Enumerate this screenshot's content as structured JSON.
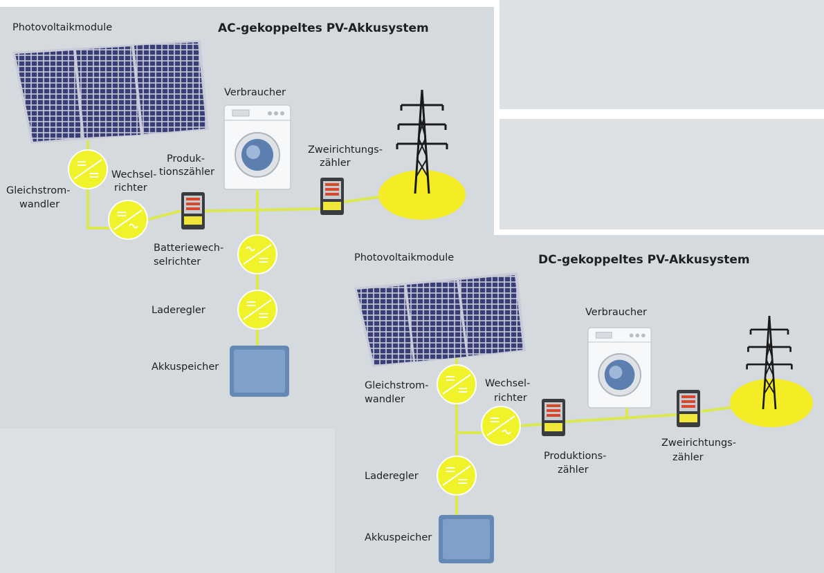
{
  "colors": {
    "panel_background": "#d5dade",
    "page_background": "#ffffff",
    "line": "#dbe84e",
    "converter_fill": "#f0f22a",
    "grid_zone_fill": "#f4ec25",
    "solar_cell": "#3a3e77",
    "meter_display": "#d9472a"
  },
  "ac_system": {
    "title": "AC-gekoppeltes PV-Akkusystem",
    "pv_modules": "Photovoltaikmodule",
    "consumer": "Verbraucher",
    "bidirectional_meter": [
      "Zweirichtungs-",
      "zähler"
    ],
    "production_meter": [
      "Produk-",
      "tionszähler"
    ],
    "inverter": [
      "Wechsel-",
      "richter"
    ],
    "dc_converter": [
      "Gleichstrom-",
      "wandler"
    ],
    "battery_inverter": [
      "Batteriewech-",
      "selrichter"
    ],
    "charge_controller": "Laderegler",
    "battery": "Akkuspeicher"
  },
  "dc_system": {
    "title": "DC-gekoppeltes PV-Akkusystem",
    "pv_modules": "Photovoltaikmodule",
    "consumer": "Verbraucher",
    "dc_converter": [
      "Gleichstrom-",
      "wandler"
    ],
    "inverter": [
      "Wechsel-",
      "richter"
    ],
    "production_meter": [
      "Produktions-",
      "zähler"
    ],
    "bidirectional_meter": [
      "Zweirichtungs-",
      "zähler"
    ],
    "charge_controller": "Laderegler",
    "battery": "Akkuspeicher"
  }
}
